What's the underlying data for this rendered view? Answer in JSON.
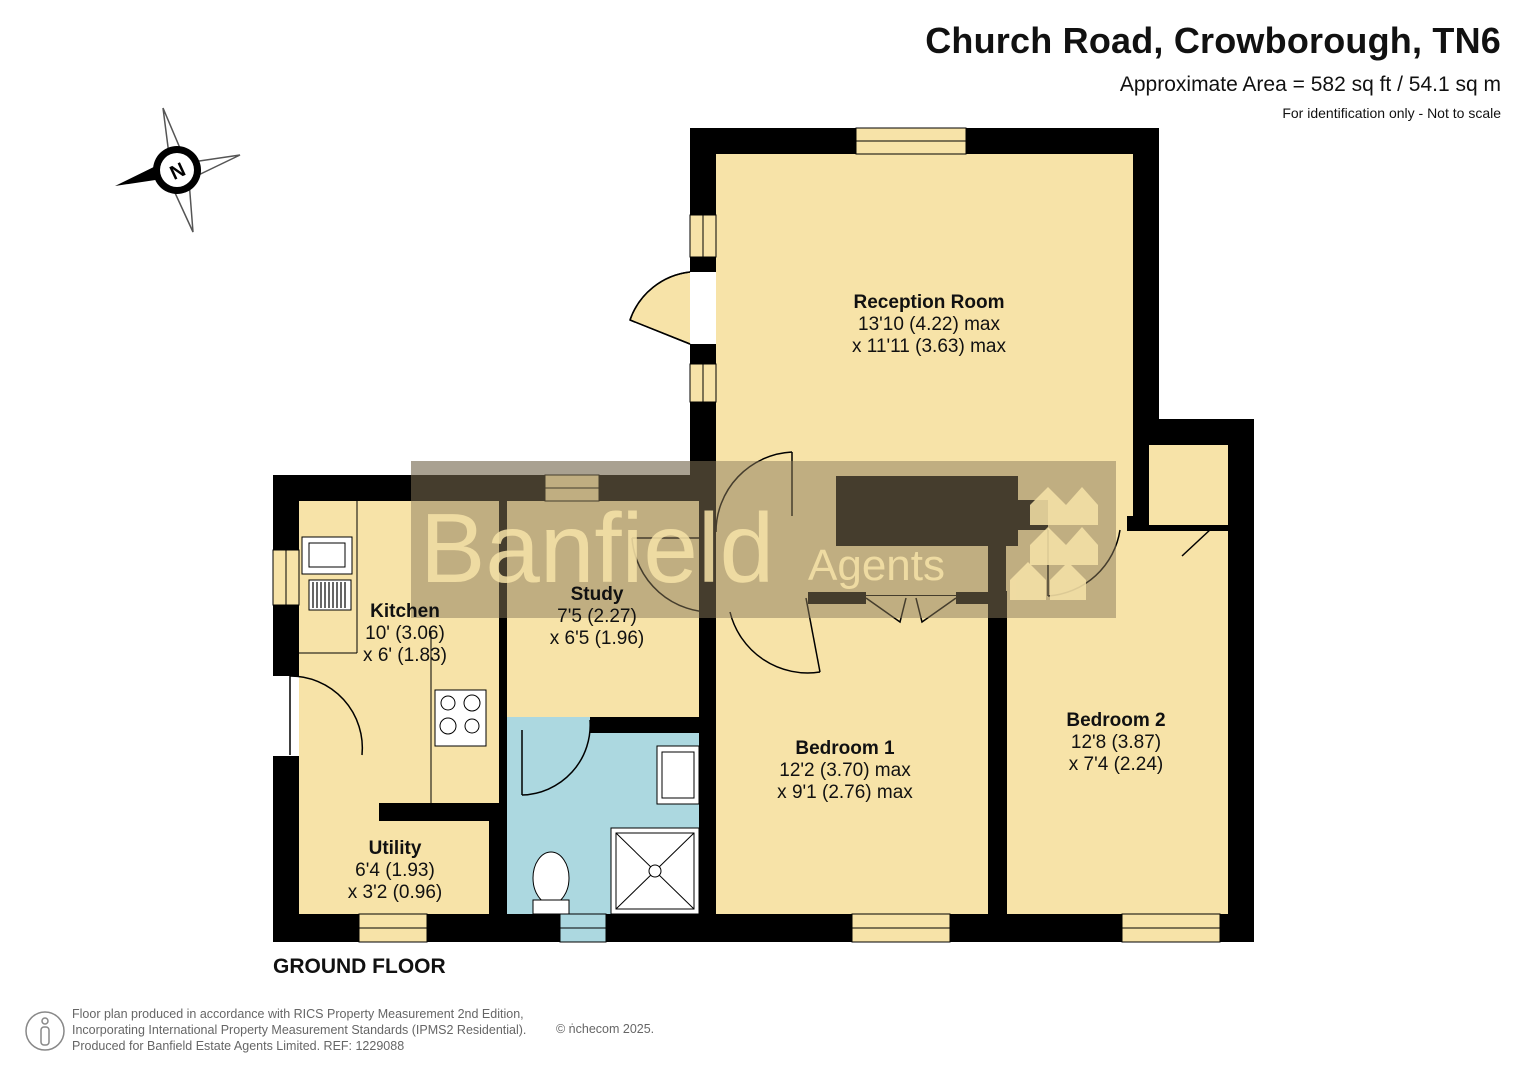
{
  "header": {
    "title": "Church Road, Crowborough, TN6",
    "area": "Approximate Area = 582 sq ft / 54.1 sq m",
    "note": "For identification only - Not to scale"
  },
  "compass": {
    "label": "N",
    "icon": "compass-icon"
  },
  "watermark": {
    "brand": "Banfield",
    "sub": "Agents",
    "color": "#8a7a5a"
  },
  "rooms": {
    "reception": {
      "name": "Reception Room",
      "dim1": "13'10 (4.22) max",
      "dim2": "x 11'11 (3.63) max"
    },
    "kitchen": {
      "name": "Kitchen",
      "dim1": "10' (3.06)",
      "dim2": "x 6' (1.83)"
    },
    "study": {
      "name": "Study",
      "dim1": "7'5 (2.27)",
      "dim2": "x 6'5 (1.96)"
    },
    "bedroom1": {
      "name": "Bedroom 1",
      "dim1": "12'2 (3.70) max",
      "dim2": "x 9'1 (2.76) max"
    },
    "bedroom2": {
      "name": "Bedroom 2",
      "dim1": "12'8 (3.87)",
      "dim2": "x 7'4 (2.24)"
    },
    "utility": {
      "name": "Utility",
      "dim1": "6'4 (1.93)",
      "dim2": "x 3'2 (0.96)"
    }
  },
  "floor_label": "GROUND FLOOR",
  "footer": {
    "line1": "Floor plan produced in accordance with RICS Property Measurement 2nd Edition,",
    "line2": "Incorporating International Property Measurement Standards (IPMS2 Residential).",
    "line3": "Produced for Banfield Estate Agents Limited.   REF:  1229088",
    "copyright": "© ṅchecom 2025."
  },
  "colors": {
    "room": "#f7e3a8",
    "bathroom": "#acd8e0",
    "wall": "#000000",
    "window": "#f7e3a8"
  }
}
